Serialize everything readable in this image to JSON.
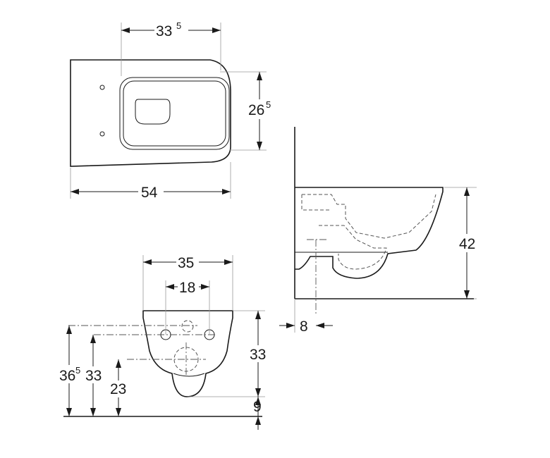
{
  "top_view": {
    "dim_width_inner": {
      "main": "33",
      "sup": "5"
    },
    "dim_depth_inner": {
      "main": "26",
      "sup": "5"
    },
    "dim_length": "54"
  },
  "side_view": {
    "dim_height": "42",
    "dim_offset": "8"
  },
  "front_view": {
    "dim_width": "35",
    "dim_bolt_spacing": "18",
    "dim_bolt_height": {
      "main": "36",
      "sup": "5"
    },
    "dim_axis_height": "33",
    "dim_outlet_height": "23",
    "dim_right_height": "33",
    "dim_floor_gap": "9"
  }
}
